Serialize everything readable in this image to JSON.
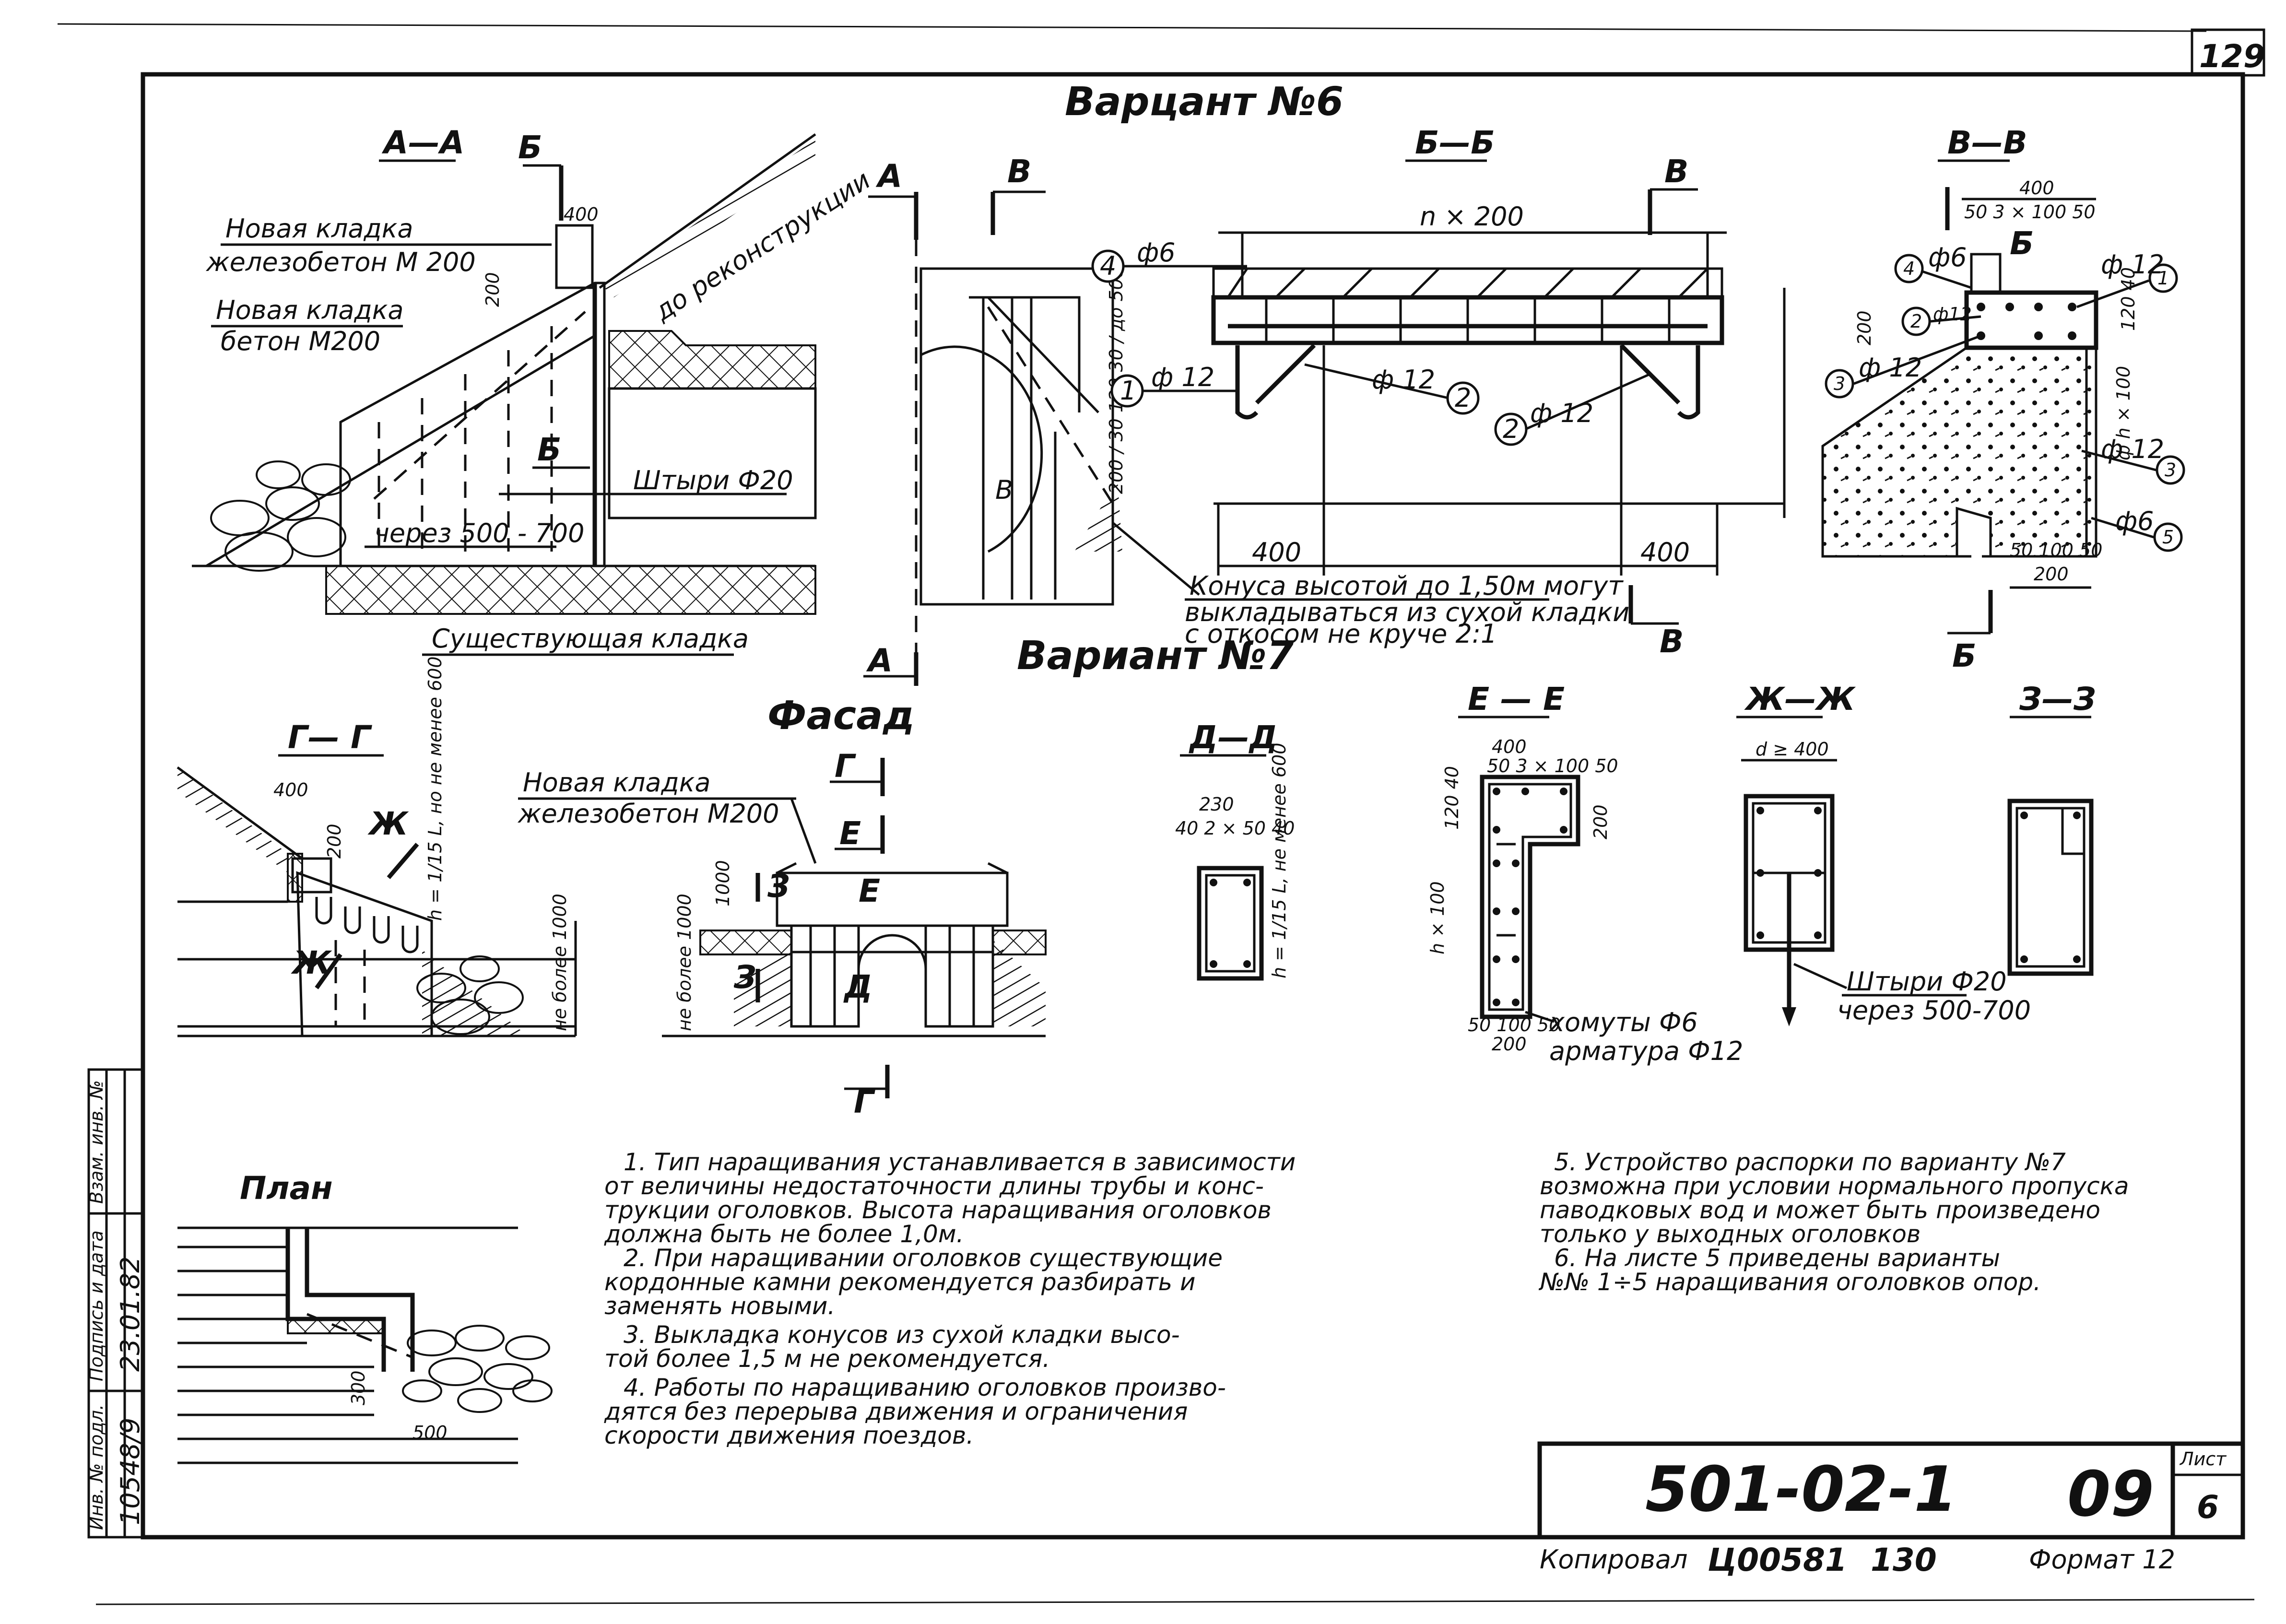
{
  "sheet": {
    "page_number": "129"
  },
  "variant6": {
    "title": "Варцант №6",
    "sections": {
      "aa": "А—А",
      "bb": "Б—Б",
      "vv": "В—В"
    },
    "aa": {
      "cut_mark": "Б",
      "label_new_rc": "Новая кладка",
      "label_new_rc_2": "железобетон М 200",
      "label_new_conc": "Новая кладка",
      "label_new_conc_2": "бетон М200",
      "label_reconstruction": "до реконструкции",
      "label_pins": "Штыри Ф20",
      "label_step": "через 500 - 700",
      "label_existing": "Существующая кладка",
      "dim_400": "400",
      "dim_200": "200"
    },
    "front": {
      "cut_a": "А",
      "cut_v": "В"
    },
    "bb": {
      "dim_span": "n × 200",
      "phi6": "ф6",
      "phi12_a": "ф 12",
      "phi12_b": "ф 12",
      "phi12_c": "ф 12",
      "dim_400_left": "400",
      "dim_400_right": "400",
      "dims_left": "200 / 30 120 30 / до 500",
      "cut_v": "В"
    },
    "cone_note": "Конуса высотой до 1,50м могут",
    "cone_note_2": "выкладываться из сухой кладки",
    "cone_note_3": "с откосом не круче 2:1",
    "vv": {
      "dim_400": "400",
      "dim_bars": "50  3 × 100  50",
      "phi6": "ф6",
      "phi12_a": "ф 12",
      "phi12_b": "ф12",
      "phi12_c": "ф 12",
      "phi_h": "ф h × 100",
      "phi12_d": "ф 12",
      "phi6_b": "ф6",
      "dim_bottom": "50 100 50",
      "dim_200": "200",
      "cut_b": "Б",
      "dim_left": "200",
      "dim_right": "120 40"
    }
  },
  "variant7": {
    "title": "Вариант №7",
    "facade": "Фасад",
    "sections": {
      "gg": "Г— Г",
      "dd": "Д—Д",
      "ee": "Е — Е",
      "zhzh": "Ж—Ж",
      "zz": "З—З"
    },
    "gg": {
      "dim_400": "400",
      "dim_200": "200",
      "cut_zh": "Ж",
      "note_h": "h = 1/15 L, но не менее 600",
      "note_bottom": "не более 1000"
    },
    "facade_data": {
      "label_new": "Новая кладка",
      "label_new_2": "железобетон М200",
      "cut_g": "Г",
      "cut_e": "Е",
      "cut_z": "З",
      "cut_d": "Д",
      "dim_1000": "1000",
      "note_height": "не более 1000"
    },
    "dd": {
      "dim_230": "230",
      "dim_row": "40 2 × 50 40",
      "note_h": "h = 1/15 L, не менее 600"
    },
    "ee": {
      "dim_400": "400",
      "dim_row": "50 3 × 100 50",
      "dim_left": "h × 100",
      "dim_right": "200",
      "dim_bottom": "50 100 50",
      "dim_200": "200",
      "dims_side": "120 40"
    },
    "ee_notes": {
      "stirrups": "хомуты Ф6",
      "rebar": "арматура Ф12"
    },
    "zhzh": {
      "dim_top": "d ≥ 400",
      "pins": "Штыри Ф20",
      "step": "через 500-700"
    }
  },
  "plan": {
    "title": "План",
    "dim_300": "300",
    "dim_500": "500"
  },
  "notes_left": [
    "1. Тип наращивания устанавливается в зависимости",
    "от величины недостаточности длины трубы и конс-",
    "трукции оголовков. Высота наращивания оголовков",
    "должна быть не более 1,0м.",
    "2. При наращивании оголовков существующие",
    "кордонные камни рекомендуется разбирать и",
    "заменять новыми.",
    "3. Выкладка конусов из сухой кладки высо-",
    "той более 1,5 м не рекомендуется.",
    "4. Работы по наращиванию оголовков произво-",
    "дятся без перерыва движения и ограничения",
    "скорости движения поездов."
  ],
  "notes_right": [
    "5. Устройство распорки по варианту №7",
    "возможна при условии нормального пропуска",
    "паводковых вод и может быть произведено",
    "только у выходных оголовков",
    "6. На листе 5 приведены варианты",
    "№№ 1÷5 наращивания оголовков опор."
  ],
  "title_block": {
    "code": "501-02-1",
    "number": "09",
    "sheet_label": "Лист",
    "sheet": "6"
  },
  "footer": {
    "copied": "Копировал",
    "inv": "Ц00581",
    "num": "130",
    "format": "Формат 12"
  },
  "side_stamp": {
    "col1_head": "Инв. № подл.",
    "col1_val": "10548/9",
    "col2_head": "Подпись и дата",
    "col2_val": "23.01.82",
    "col3_head": "Взам. инв. №"
  }
}
